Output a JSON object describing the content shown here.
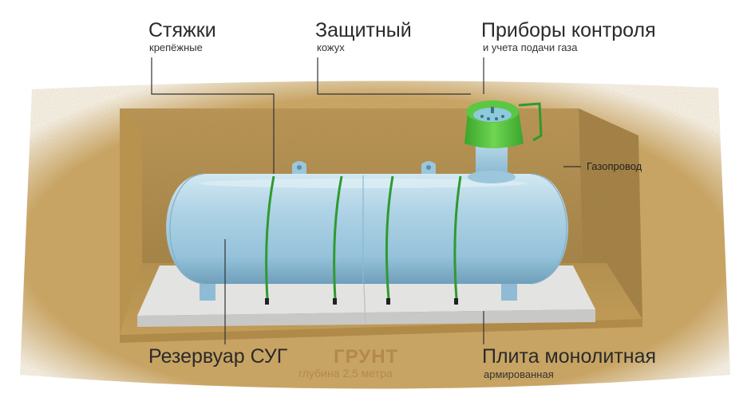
{
  "labels": {
    "straps_title": "Стяжки",
    "straps_sub": "крепёжные",
    "cover_title": "Защитный",
    "cover_sub": "кожух",
    "instruments_title": "Приборы контроля",
    "instruments_sub": "и учета подачи газа",
    "pipeline": "Газопровод",
    "tank": "Резервуар СУГ",
    "ground_title": "ГРУНТ",
    "ground_sub": "глубина 2,5 метра",
    "slab_title": "Плита монолитная",
    "slab_sub": "армированная"
  },
  "colors": {
    "soil": "#c9a25e",
    "soil_dark": "#a98446",
    "tank": "#a9cfe3",
    "tank_shadow": "#7fb1cc",
    "cover_green": "#4fbf3a",
    "strap_green": "#3aa53a",
    "slab": "#dcdcdc",
    "leader_line": "#333333"
  },
  "icons": [
    "tank-illustration",
    "protective-cover-icon",
    "mounting-strap-icon",
    "concrete-slab-icon",
    "soil-pit-icon"
  ]
}
